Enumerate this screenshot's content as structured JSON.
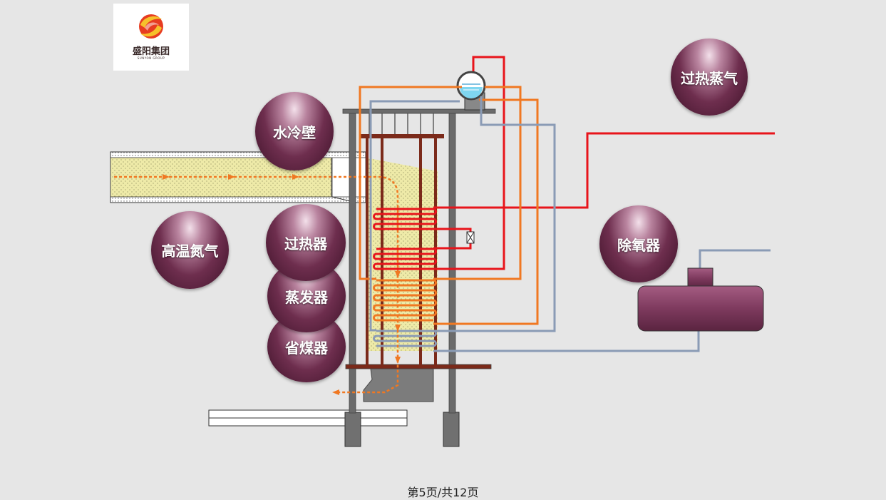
{
  "logo": {
    "text": "盛阳集团",
    "subtext": "SUNYON GROUP"
  },
  "labels": {
    "water_wall": "水冷壁",
    "superheated_steam": "过热蒸气",
    "high_temp_nitrogen": "高温氮气",
    "superheater": "过热器",
    "evaporator": "蒸发器",
    "economizer": "省煤器",
    "deaerator": "除氧器"
  },
  "footer": "第5页/共12页",
  "colors": {
    "steam_line": "#e8141b",
    "hot_water_line": "#f07822",
    "feed_water_line": "#8a9bb5",
    "bubble": "#6e2e4e",
    "flue_fill": "#eeeaa8",
    "frame": "#6b6b6b",
    "column": "#7b2a1a"
  }
}
